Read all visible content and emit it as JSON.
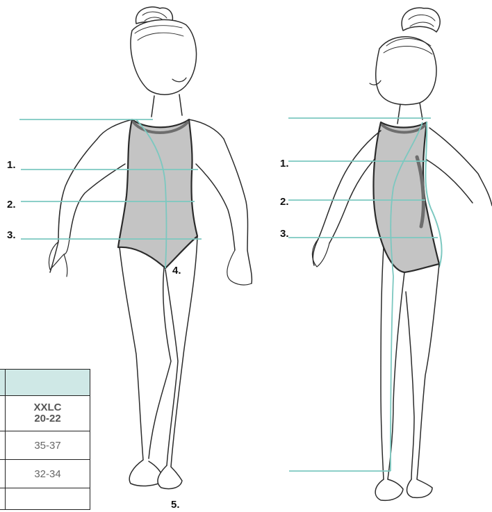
{
  "front_labels": [
    "1.",
    "2.",
    "3.",
    "4.",
    "5."
  ],
  "side_labels": [
    "1.",
    "2.",
    "3."
  ],
  "size_table": {
    "size_name": "XXLC",
    "size_range": "20-22",
    "values": [
      "35-37",
      "32-34"
    ]
  },
  "colors": {
    "measure_line": "#7cc8c0",
    "leotard": "#c4c4c4",
    "table_header": "#cfe8e6",
    "outline": "#2b2b2b"
  }
}
